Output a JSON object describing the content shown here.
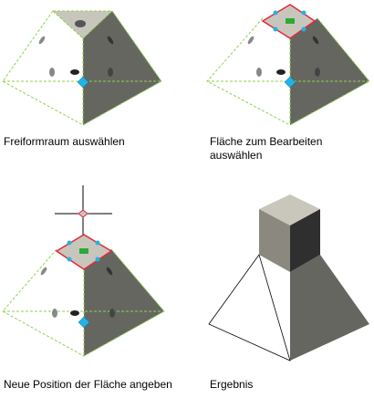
{
  "steps": [
    {
      "caption": "Freiformraum auswählen"
    },
    {
      "caption": "Fläche zum Bearbeiten\nauswählen"
    },
    {
      "caption": "Neue Position der Fläche angeben"
    },
    {
      "caption": "Ergebnis"
    }
  ],
  "colors": {
    "dashed_edge": "#8fd14f",
    "selected_face": "#c8c6bc",
    "shaded_face": "#666660",
    "selection_outline": "#e0293a",
    "grip": "#1fb3e8",
    "cube_top": "#c9c7bb",
    "cube_left": "#8b897f",
    "cube_right": "#2f2f2f"
  }
}
